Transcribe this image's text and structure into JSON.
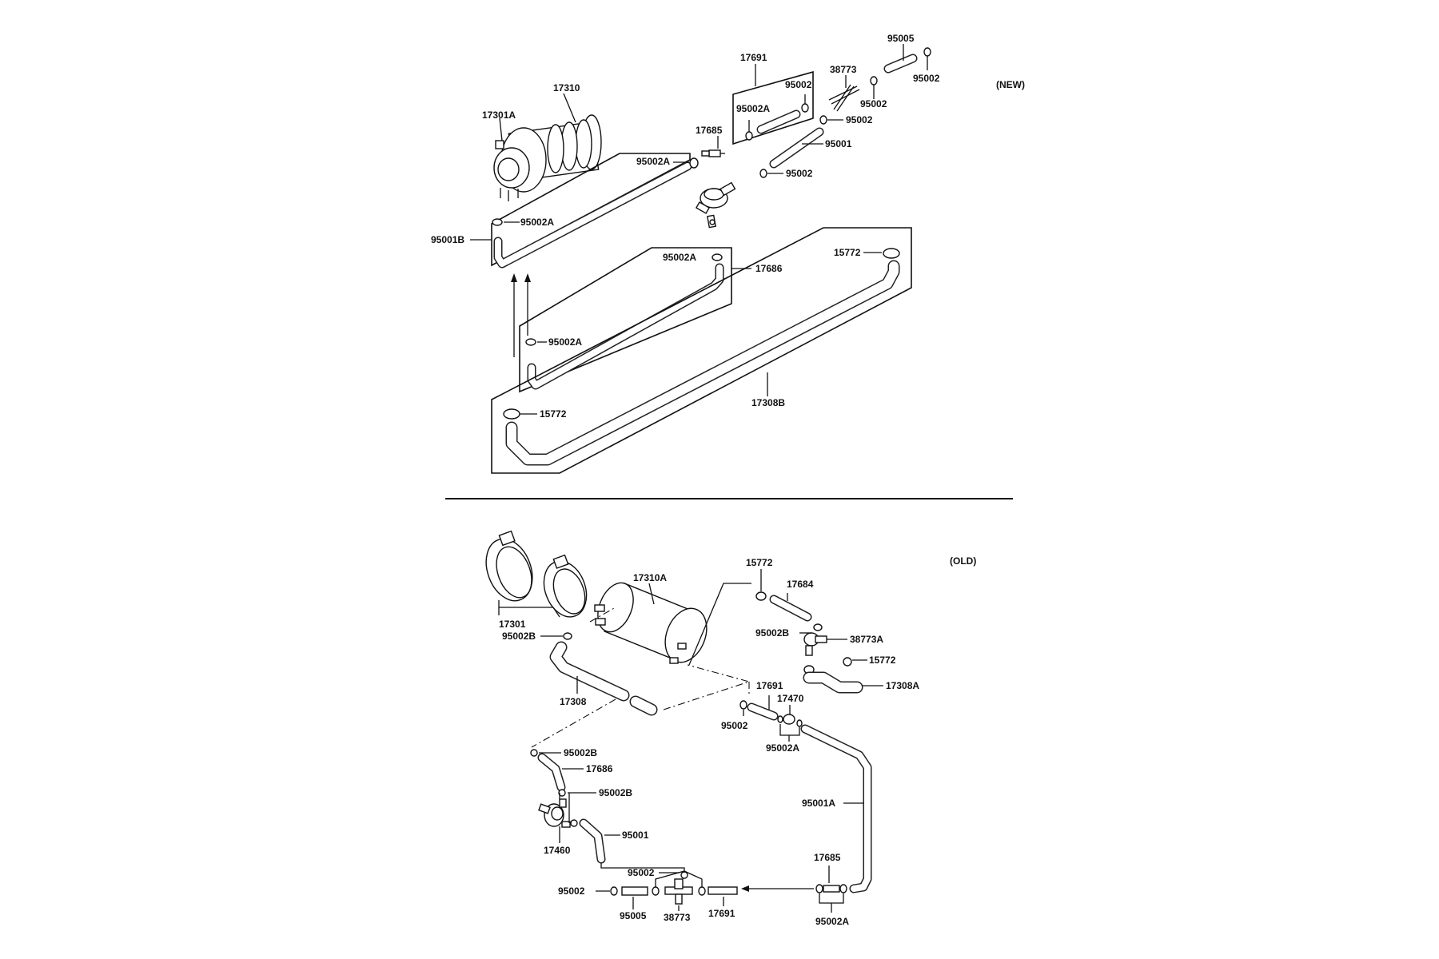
{
  "sections": {
    "new_label": "(NEW)",
    "old_label": "(OLD)"
  },
  "callouts": {
    "new": {
      "c95005": "95005",
      "c95002_a": "95002",
      "c17691": "17691",
      "c38773": "38773",
      "c95002_b": "95002",
      "c95002_c": "95002",
      "c95002A_a": "95002A",
      "c95002_d": "95002",
      "c17310": "17310",
      "c17301A": "17301A",
      "c17685": "17685",
      "c95001": "95001",
      "c95002_e": "95002",
      "c95002A_b": "95002A",
      "c95002A_c": "95002A",
      "c95001B": "95001B",
      "c95002A_d": "95002A",
      "c17686": "17686",
      "c15772_a": "15772",
      "c95002A_e": "95002A",
      "c17308B": "17308B",
      "c15772_b": "15772"
    },
    "old": {
      "c15772_a": "15772",
      "c17684": "17684",
      "c17310A": "17310A",
      "c17301": "17301",
      "c95002B_a": "95002B",
      "c38773A": "38773A",
      "c95002B_b": "95002B",
      "c15772_b": "15772",
      "c17308A": "17308A",
      "c17691_a": "17691",
      "c17470": "17470",
      "c17308": "17308",
      "c95002_a": "95002",
      "c95002A_a": "95002A",
      "c95002B_c": "95002B",
      "c17686": "17686",
      "c95002B_d": "95002B",
      "c95001A": "95001A",
      "c17460": "17460",
      "c95001": "95001",
      "c17685": "17685",
      "c95002_b": "95002",
      "c95002_c": "95002",
      "c95005": "95005",
      "c38773": "38773",
      "c17691_b": "17691",
      "c95002A_b": "95002A"
    }
  },
  "icons": [
    "arrow-up-icon",
    "arrow-left-icon"
  ]
}
